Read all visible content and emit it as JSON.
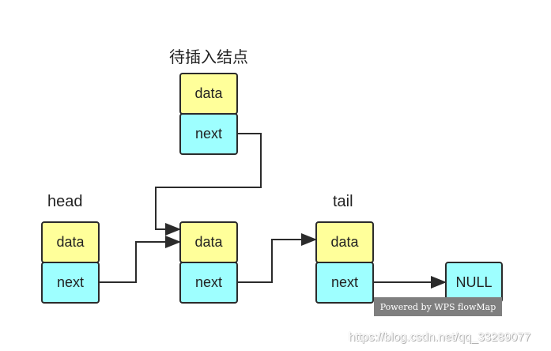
{
  "labels": {
    "insert_node": "待插入结点",
    "head": "head",
    "tail": "tail"
  },
  "nodes": {
    "insert": {
      "data": "data",
      "next": "next"
    },
    "head": {
      "data": "data",
      "next": "next"
    },
    "middle": {
      "data": "data",
      "next": "next"
    },
    "tail": {
      "data": "data",
      "next": "next"
    },
    "null": "NULL"
  },
  "watermark": {
    "powered_by": "Powered by WPS flowMap",
    "url": "https://blog.csdn.net/qq_33289077"
  },
  "colors": {
    "data_fill": "#ffff9a",
    "next_fill": "#9effff",
    "border": "#2b2b2b"
  }
}
